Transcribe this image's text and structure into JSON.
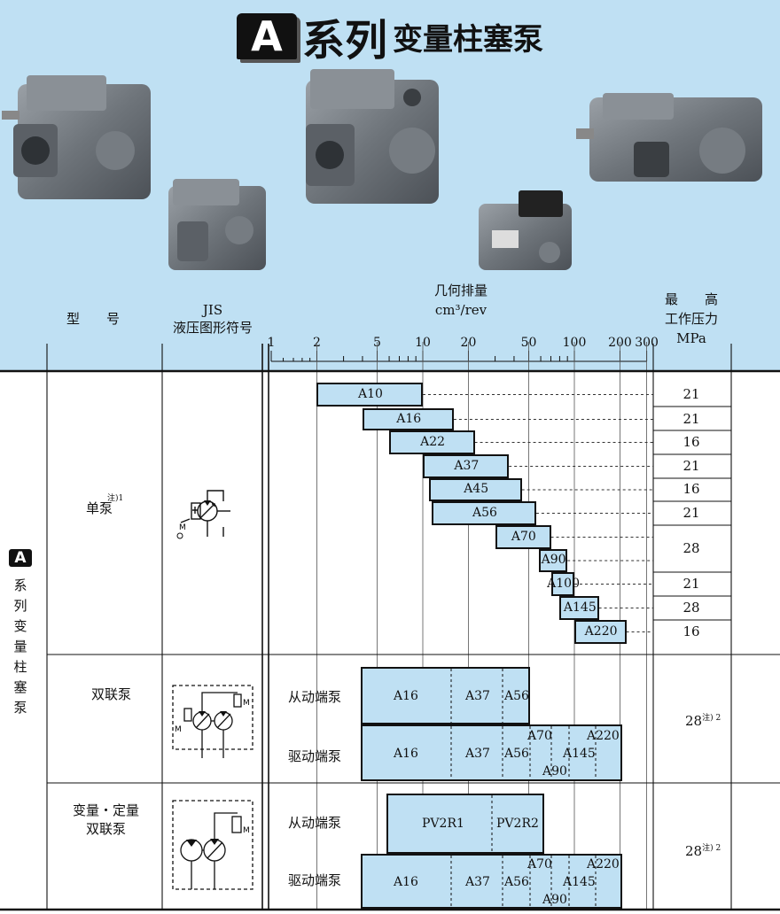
{
  "title": {
    "badge": "A",
    "main": "系列",
    "sub": "变量柱塞泵"
  },
  "header": {
    "model_label": "型　　号",
    "jis_line1": "JIS",
    "jis_line2": "液压图形符号",
    "disp_line1": "几何排量",
    "disp_line2": "cm³/rev",
    "pressure_line1": "最　　高",
    "pressure_line2": "工作压力",
    "pressure_line3": "MPa"
  },
  "axis": {
    "ticks": [
      "1",
      "2",
      "5",
      "10",
      "20",
      "50",
      "100",
      "200",
      "300"
    ]
  },
  "side": {
    "badge": "A",
    "chars": [
      "系",
      "列",
      "变",
      "量",
      "柱",
      "塞",
      "泵"
    ]
  },
  "sections": {
    "single": {
      "label": "单泵",
      "note": "注)1"
    },
    "double": {
      "label": "双联泵",
      "driven": "从动端泵",
      "drive": "驱动端泵",
      "pressure": "28",
      "note": "注) 2"
    },
    "varfixed": {
      "label1": "变量・定量",
      "label2": "双联泵",
      "driven": "从动端泵",
      "drive": "驱动端泵",
      "pressure": "28",
      "note": "注) 2"
    }
  },
  "chart_data": {
    "type": "table",
    "x_scale": "log",
    "xlim": [
      1,
      300
    ],
    "x_ticks": [
      1,
      2,
      5,
      10,
      20,
      50,
      100,
      200,
      300
    ],
    "single_pumps": [
      {
        "name": "A10",
        "min": 2,
        "max": 10,
        "pressure": "21"
      },
      {
        "name": "A16",
        "min": 4,
        "max": 16,
        "pressure": "21"
      },
      {
        "name": "A22",
        "min": 6,
        "max": 22,
        "pressure": "16"
      },
      {
        "name": "A37",
        "min": 10,
        "max": 37,
        "pressure": "21"
      },
      {
        "name": "A45",
        "min": 11,
        "max": 45,
        "pressure": "16"
      },
      {
        "name": "A56",
        "min": 11.5,
        "max": 56,
        "pressure": "21"
      },
      {
        "name": "A70",
        "min": 30,
        "max": 70,
        "pressure": "28"
      },
      {
        "name": "A90",
        "min": 58,
        "max": 90,
        "pressure": ""
      },
      {
        "name": "A100",
        "min": 70,
        "max": 100,
        "pressure": "21"
      },
      {
        "name": "A145",
        "min": 80,
        "max": 145,
        "pressure": "28"
      },
      {
        "name": "A220",
        "min": 100,
        "max": 220,
        "pressure": "16"
      }
    ],
    "double_driven": [
      "A16",
      "A37",
      "A56"
    ],
    "double_drive": [
      "A16",
      "A37",
      "A56",
      "A70",
      "A90",
      "A145",
      "A220"
    ],
    "varfixed_driven": [
      "PV2R1",
      "PV2R2"
    ],
    "varfixed_drive": [
      "A16",
      "A37",
      "A56",
      "A70",
      "A90",
      "A145",
      "A220"
    ]
  }
}
